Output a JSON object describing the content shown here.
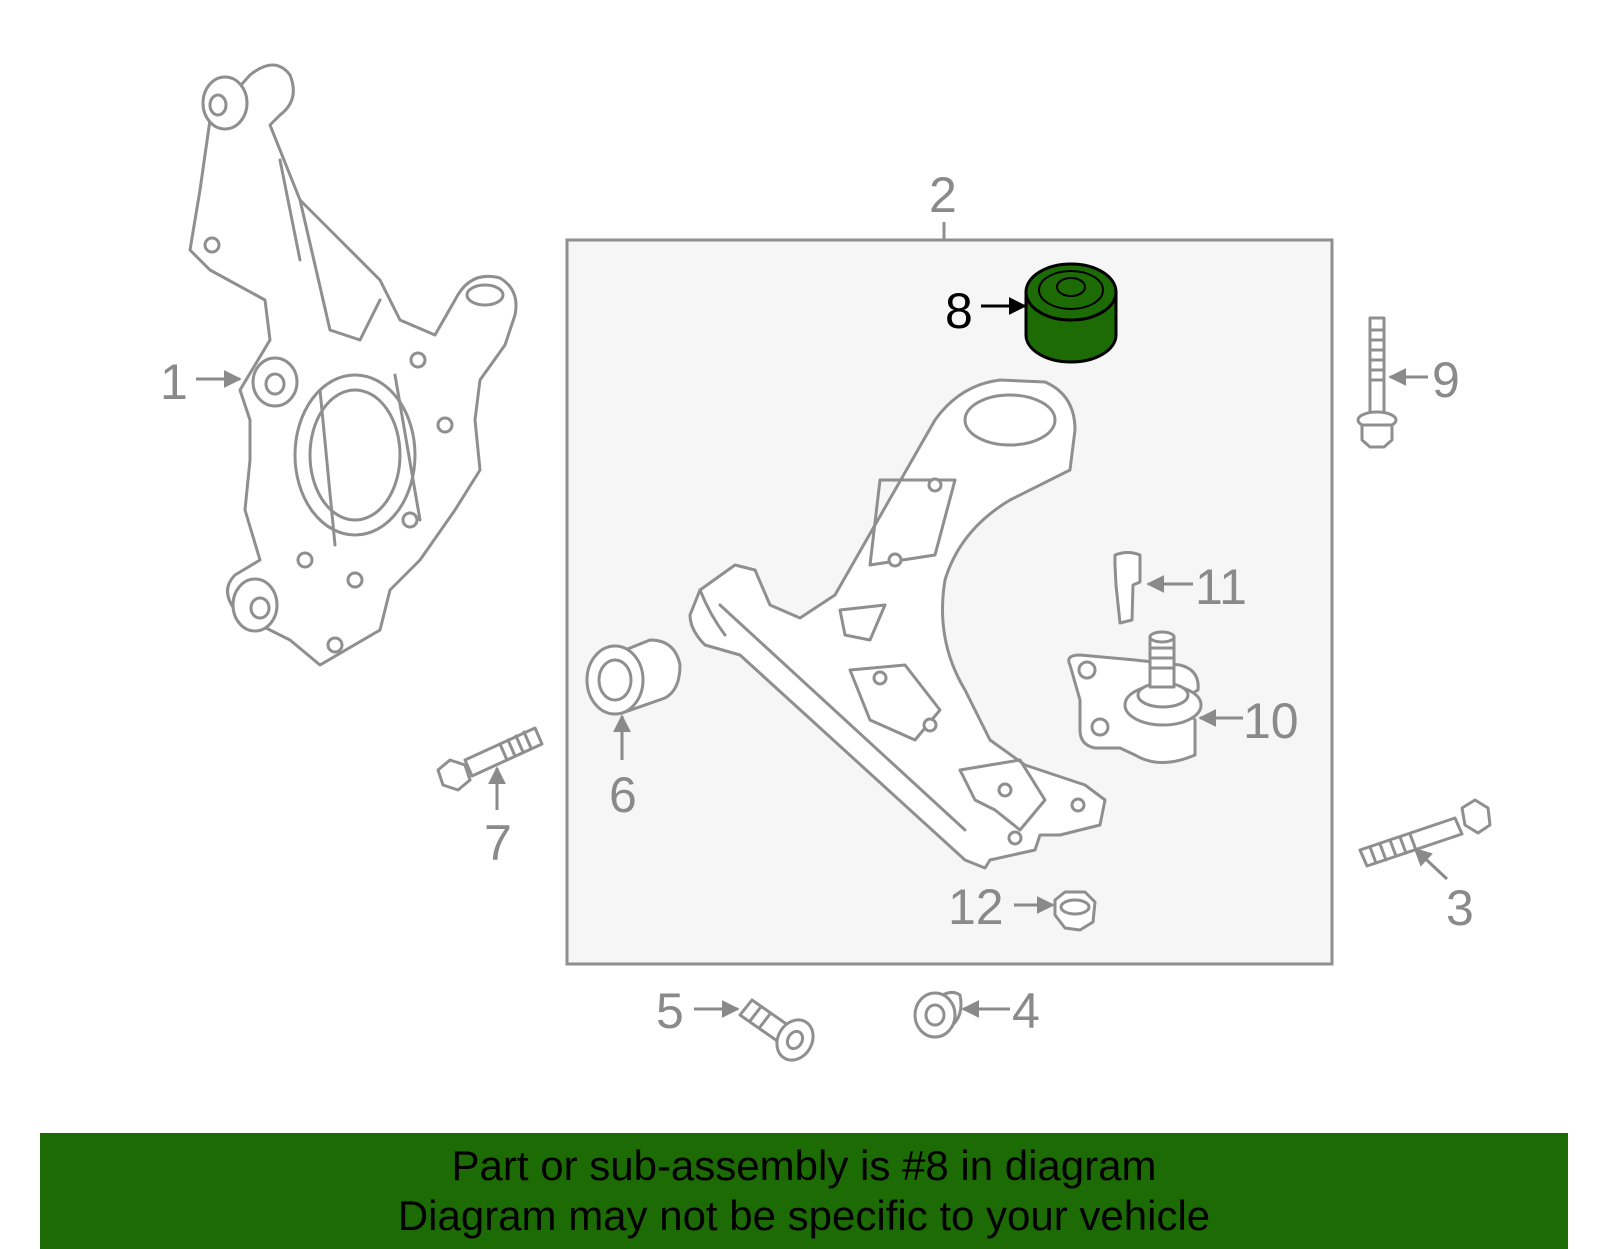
{
  "diagram": {
    "callouts": {
      "c1": "1",
      "c2": "2",
      "c3": "3",
      "c4": "4",
      "c5": "5",
      "c6": "6",
      "c7": "7",
      "c8": "8",
      "c9": "9",
      "c10": "10",
      "c11": "11",
      "c12": "12"
    },
    "highlighted_part": "8",
    "highlight_color": "#1c6b04",
    "line_color": "#8f8f8f",
    "box_fill": "#f6f6f6"
  },
  "banner": {
    "line1": "Part or sub-assembly is #8 in diagram",
    "line2": "Diagram may not be specific to your vehicle",
    "background": "#1c6b04"
  }
}
